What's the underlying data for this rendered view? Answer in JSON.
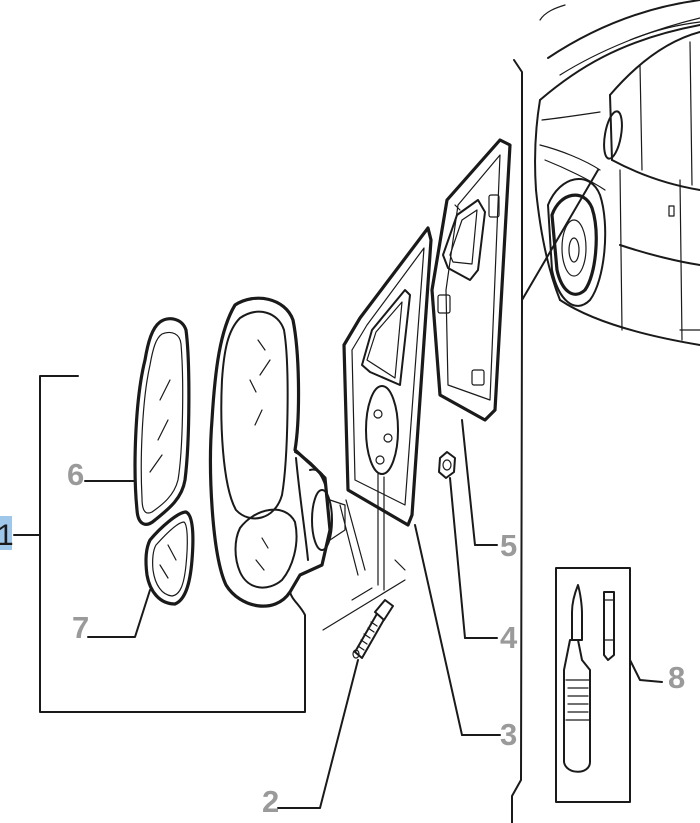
{
  "diagram": {
    "callouts": {
      "c1": "1",
      "c2": "2",
      "c3": "3",
      "c4": "4",
      "c5": "5",
      "c6": "6",
      "c7": "7",
      "c8": "8"
    },
    "highlight_color": "#9fc7ea"
  }
}
